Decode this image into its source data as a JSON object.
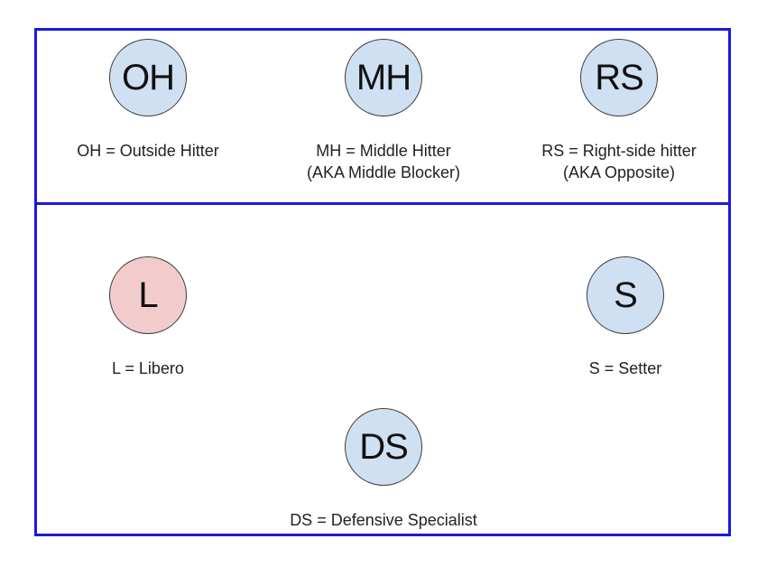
{
  "colors": {
    "court_border": "#1a1adb",
    "circle_blue": "#cfe0f2",
    "circle_red": "#f2cccc"
  },
  "positions": [
    {
      "abbr": "OH",
      "line1": "OH = Outside Hitter",
      "line2": "",
      "color": "#cfe0f2"
    },
    {
      "abbr": "MH",
      "line1": "MH = Middle Hitter",
      "line2": "(AKA Middle Blocker)",
      "color": "#cfe0f2"
    },
    {
      "abbr": "RS",
      "line1": "RS = Right-side hitter",
      "line2": "(AKA Opposite)",
      "color": "#cfe0f2"
    },
    {
      "abbr": "L",
      "line1": "L = Libero",
      "line2": "",
      "color": "#f2cccc"
    },
    {
      "abbr": "S",
      "line1": "S = Setter",
      "line2": "",
      "color": "#cfe0f2"
    },
    {
      "abbr": "DS",
      "line1": "DS = Defensive Specialist",
      "line2": "",
      "color": "#cfe0f2"
    }
  ]
}
